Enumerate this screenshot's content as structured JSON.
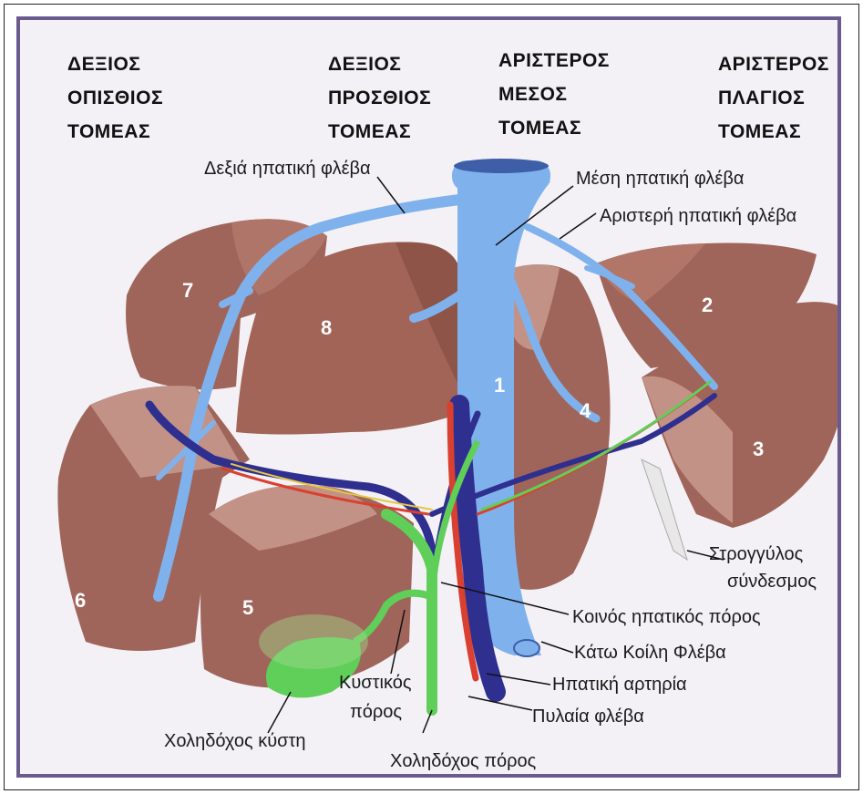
{
  "sector_headers": {
    "right_posterior": [
      "ΔΕΞΙΟΣ",
      "ΟΠΙΣΘΙΟΣ",
      "ΤΟΜΕΑΣ"
    ],
    "right_anterior": [
      "ΔΕΞΙΟΣ",
      "ΠΡΟΣΘΙΟΣ",
      "ΤΟΜΕΑΣ"
    ],
    "left_medial": [
      "ΑΡΙΣΤΕΡΟΣ",
      "ΜΕΣΟΣ",
      "ΤΟΜΕΑΣ"
    ],
    "left_lateral": [
      "ΑΡΙΣΤΕΡΟΣ",
      "ΠΛΑΓΙΟΣ",
      "ΤΟΜΕΑΣ"
    ]
  },
  "labels": {
    "right_hepatic_vein": "Δεξιά ηπατική φλέβα",
    "middle_hepatic_vein": "Μέση ηπατική φλέβα",
    "left_hepatic_vein": "Αριστερή ηπατική φλέβα",
    "round_ligament_1": "Στρογγύλος",
    "round_ligament_2": "σύνδεσμος",
    "common_hepatic_duct": "Κοινός ηπατικός πόρος",
    "inferior_vena_cava": "Κάτω Κοίλη Φλέβα",
    "hepatic_artery": "Ηπατική αρτηρία",
    "portal_vein": "Πυλαία φλέβα",
    "cystic_duct_1": "Κυστικός",
    "cystic_duct_2": "πόρος",
    "gallbladder": "Χοληδόχος κύστη",
    "common_bile_duct": "Χοληδόχος πόρος"
  },
  "segments": [
    "1",
    "2",
    "3",
    "4",
    "5",
    "6",
    "7",
    "8"
  ],
  "colors": {
    "liver": "#a0655a",
    "liver_light": "#c39287",
    "vein": "#7fb2ec",
    "portal": "#2f2f8f",
    "artery": "#d9402f",
    "bile": "#5fcf5a",
    "frame": "#6a5a8e"
  }
}
